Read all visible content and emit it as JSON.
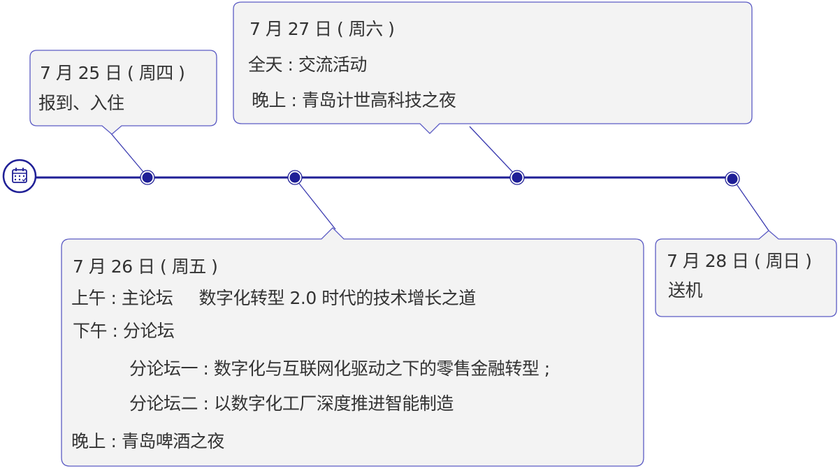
{
  "colors": {
    "line": "#1f1f96",
    "box_border": "#5b5bc4",
    "box_fill": "#f3f3f3",
    "text": "#333333"
  },
  "start_icon": "calendar-icon",
  "events": [
    {
      "date": "7 月 25 日 ( 周四 )",
      "lines": [
        "报到、入住"
      ]
    },
    {
      "date": "7 月 26 日 ( 周五 )",
      "lines": [
        "上午 : 主论坛     数字化转型 2.0 时代的技术增长之道",
        "下午 : 分论坛",
        "分论坛一 : 数字化与互联网化驱动之下的零售金融转型 ;",
        "分论坛二 : 以数字化工厂深度推进智能制造",
        "晚上 : 青岛啤酒之夜"
      ]
    },
    {
      "date": "7 月 27 日 ( 周六 )",
      "lines": [
        "全天 : 交流活动",
        "晚上 : 青岛计世高科技之夜"
      ]
    },
    {
      "date": "7 月 28 日 ( 周日 )",
      "lines": [
        "送机"
      ]
    }
  ]
}
